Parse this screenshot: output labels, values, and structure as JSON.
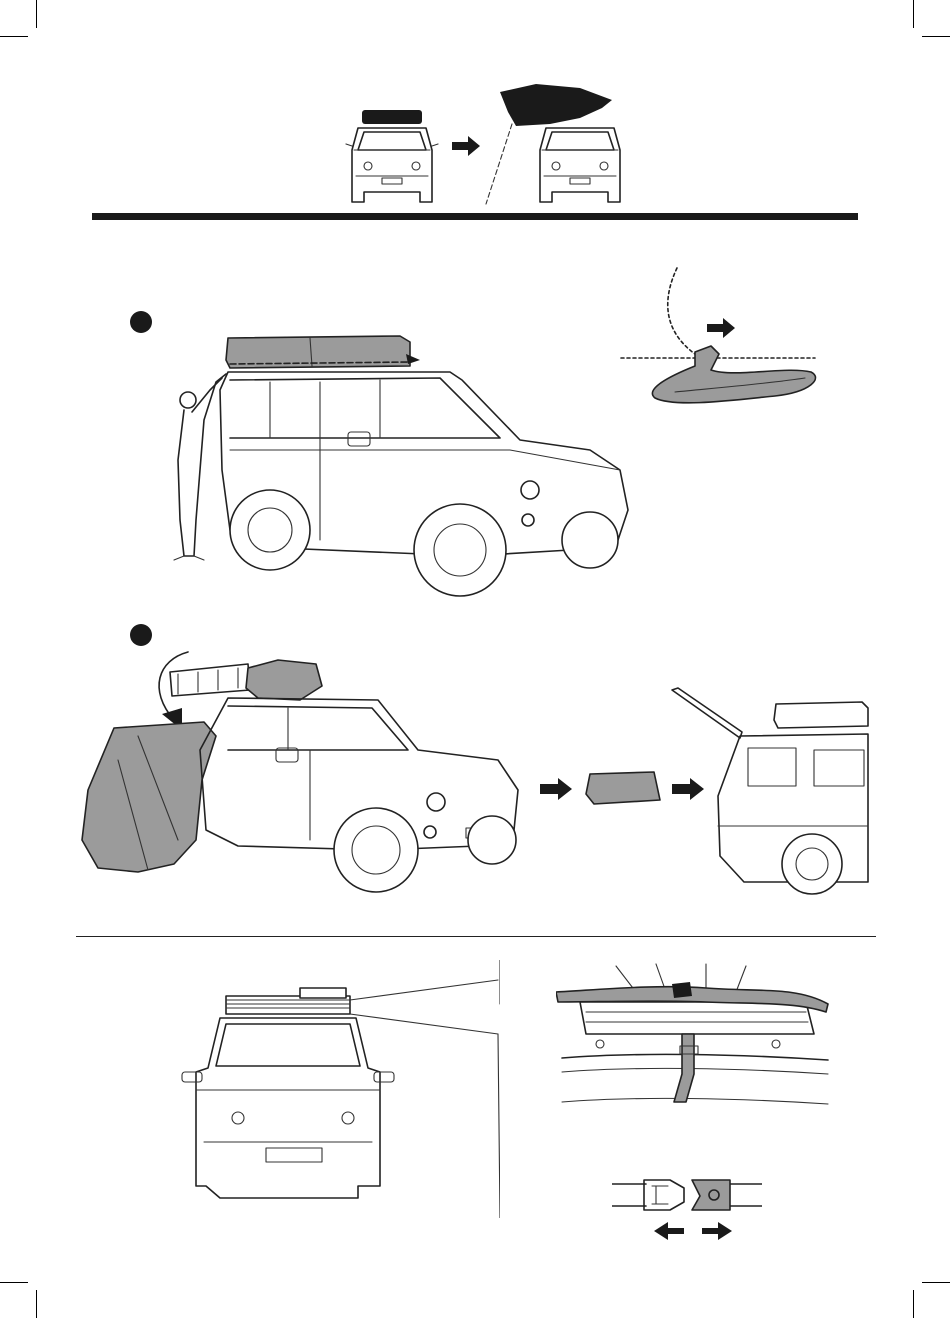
{
  "colors": {
    "ink": "#1a1a1a",
    "fill_gray": "#9b9b9b",
    "fill_light_gray": "#bdbdbd"
  },
  "page": {
    "sections": [
      {
        "id": "overview",
        "description_icons": [
          "closed-tent-car-front",
          "arrow-right-icon",
          "open-tent-car-front"
        ]
      },
      {
        "id": "step-1",
        "icons": [
          "step-1-badge",
          "person-unzipping-tent",
          "zipper-detail"
        ]
      },
      {
        "id": "step-2",
        "icons": [
          "step-2-badge",
          "cover-removal-car",
          "folded-cover",
          "car-rear-open-trunk"
        ]
      },
      {
        "id": "straps",
        "icons": [
          "car-front-roof-rack",
          "strap-detail",
          "buckle-detail"
        ]
      }
    ]
  }
}
